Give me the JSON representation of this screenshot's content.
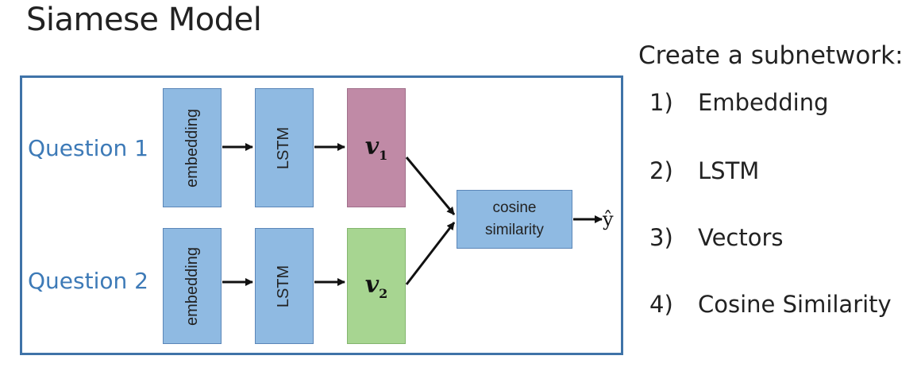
{
  "title": "Siamese Model",
  "diagram": {
    "inputs": [
      "Question 1",
      "Question 2"
    ],
    "embedding_label": "embedding",
    "lstm_label": "LSTM",
    "vectors": [
      {
        "symbol": "v",
        "subscript": "1",
        "color": "#c08aa6"
      },
      {
        "symbol": "v",
        "subscript": "2",
        "color": "#a7d591"
      }
    ],
    "cosine_label_line1": "cosine",
    "cosine_label_line2": "similarity",
    "output": "ŷ",
    "colors": {
      "frame": "#3f73a8",
      "layer_fill": "#8fbae2",
      "input_text": "#3d7ab7"
    }
  },
  "sidebar": {
    "header": "Create a subnetwork:",
    "steps": [
      {
        "num": "1)",
        "label": "Embedding"
      },
      {
        "num": "2)",
        "label": "LSTM"
      },
      {
        "num": "3)",
        "label": "Vectors"
      },
      {
        "num": "4)",
        "label": "Cosine Similarity"
      }
    ]
  }
}
